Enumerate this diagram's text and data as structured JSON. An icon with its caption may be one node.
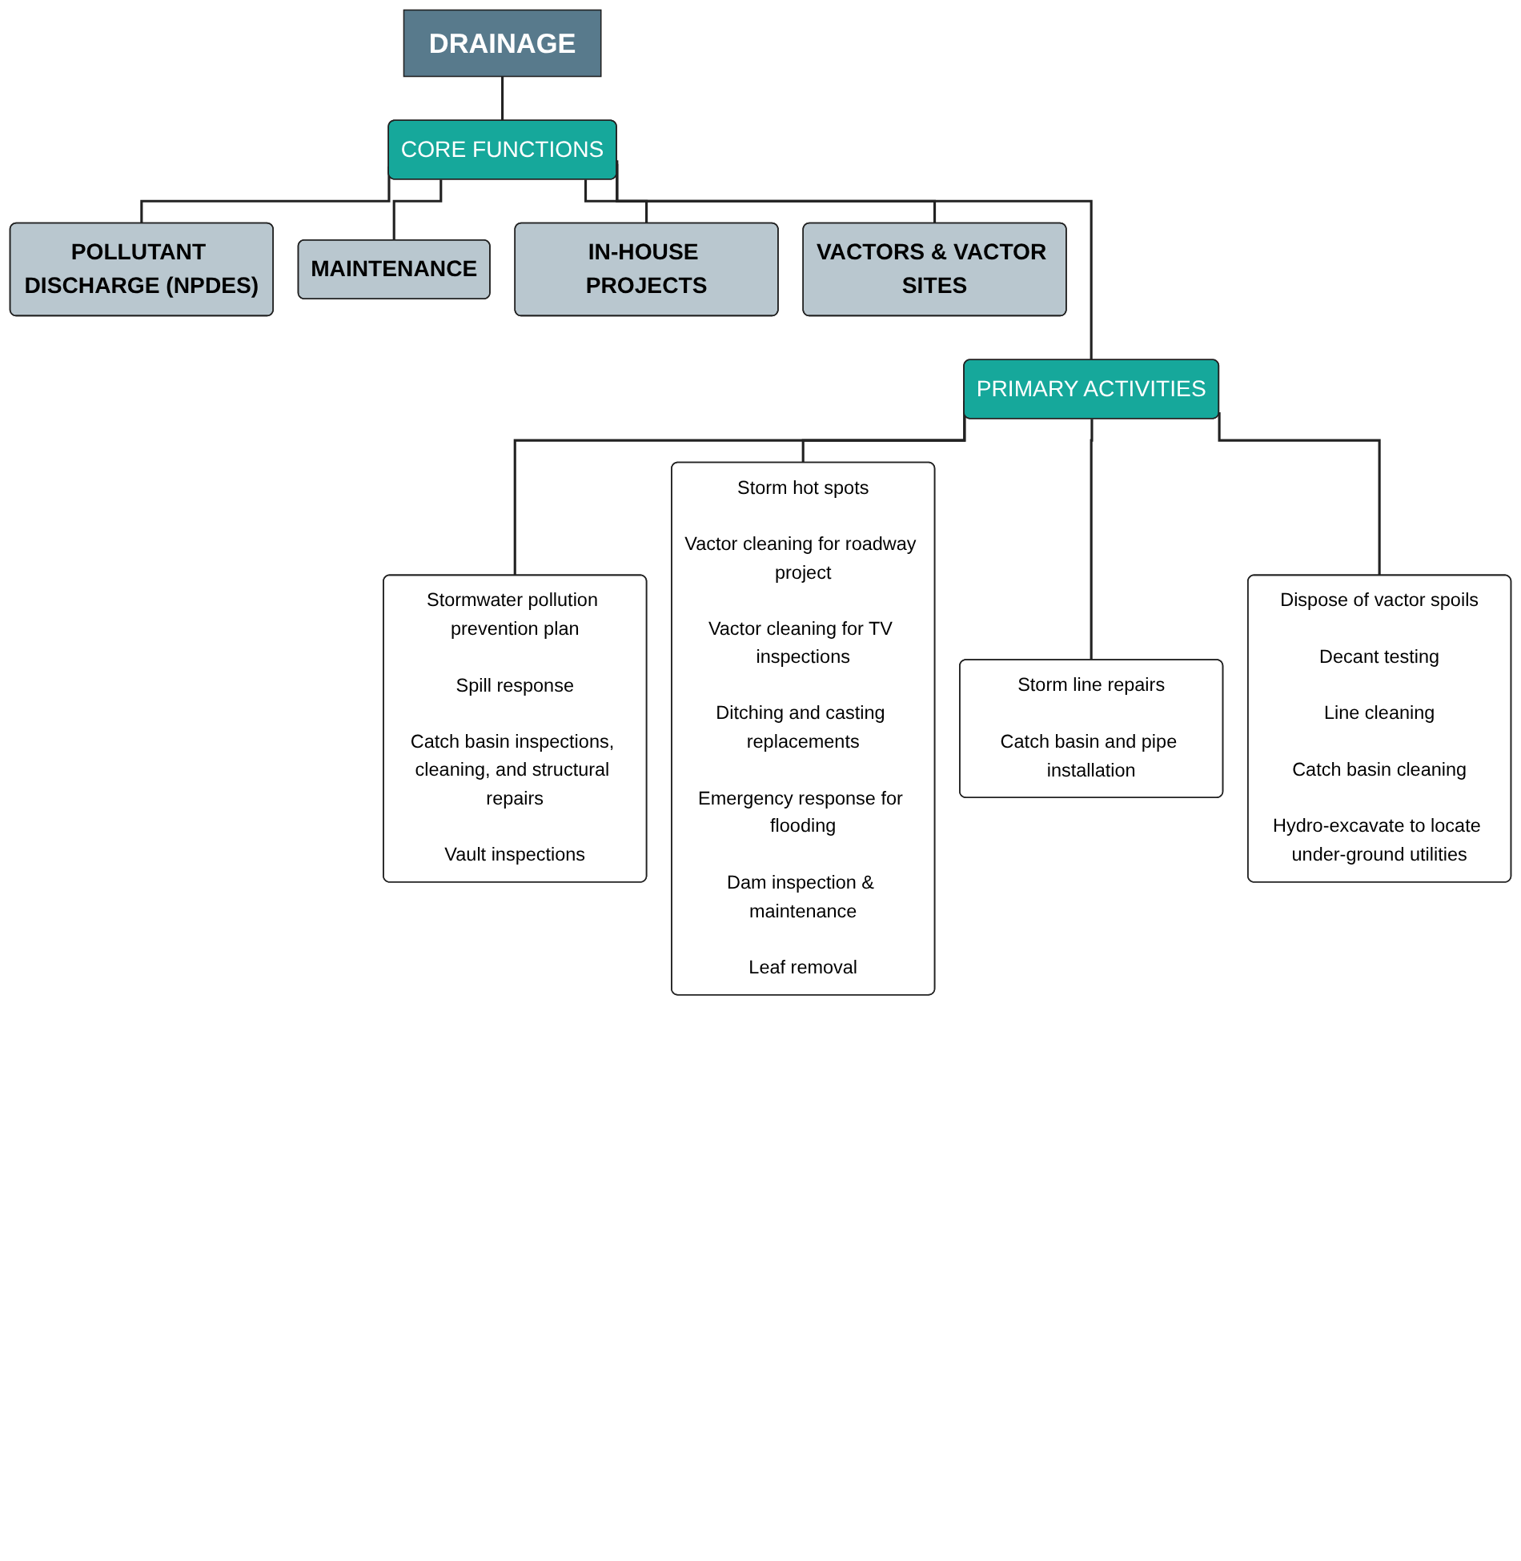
{
  "diagram": {
    "nodes": [
      {
        "text": [
          "DRAINAGE"
        ]
      },
      {
        "text": [
          "CORE FUNCTIONS"
        ]
      },
      {
        "text": [
          "POLLUTANT DISCHARGE (NPDES)"
        ]
      },
      {
        "text": [
          "MAINTENANCE"
        ]
      },
      {
        "text": [
          "IN-HOUSE PROJECTS"
        ]
      },
      {
        "text": [
          "VACTORS & VACTOR SITES"
        ]
      },
      {
        "text": [
          "PRIMARY ACTIVITIES"
        ]
      },
      {
        "text": [
          "Stormwater pollution prevention plan",
          "Spill response",
          "Catch basin inspections, cleaning, and structural repairs",
          "Vault inspections"
        ]
      },
      {
        "text": [
          "Storm hot spots",
          "Vactor cleaning for roadway project",
          "Vactor cleaning for TV inspections",
          "Ditching and casting replacements",
          "Emergency response for flooding",
          "Dam inspection & maintenance",
          "Leaf removal"
        ]
      },
      {
        "text": [
          "Storm line repairs",
          "Catch basin and pipe installation"
        ]
      },
      {
        "text": [
          "Dispose of vactor spoils",
          "Decant testing",
          "Line cleaning",
          "Catch basin cleaning",
          "Hydro-excavate to locate under-ground utilities"
        ]
      }
    ],
    "edges": [
      {
        "from": 0,
        "to": 1,
        "arrow": "none"
      },
      {
        "from": 1,
        "to": 2,
        "arrow": "none"
      },
      {
        "from": 1,
        "to": 3,
        "arrow": "none"
      },
      {
        "from": 1,
        "to": 4,
        "arrow": "none"
      },
      {
        "from": 1,
        "to": 5,
        "arrow": "none"
      },
      {
        "from": 1,
        "to": 6,
        "arrow": "none"
      },
      {
        "from": 6,
        "to": 7,
        "arrow": "none"
      },
      {
        "from": 6,
        "to": 8,
        "arrow": "none"
      },
      {
        "from": 6,
        "to": 9,
        "arrow": "none"
      },
      {
        "from": 6,
        "to": 10,
        "arrow": "none"
      }
    ]
  }
}
